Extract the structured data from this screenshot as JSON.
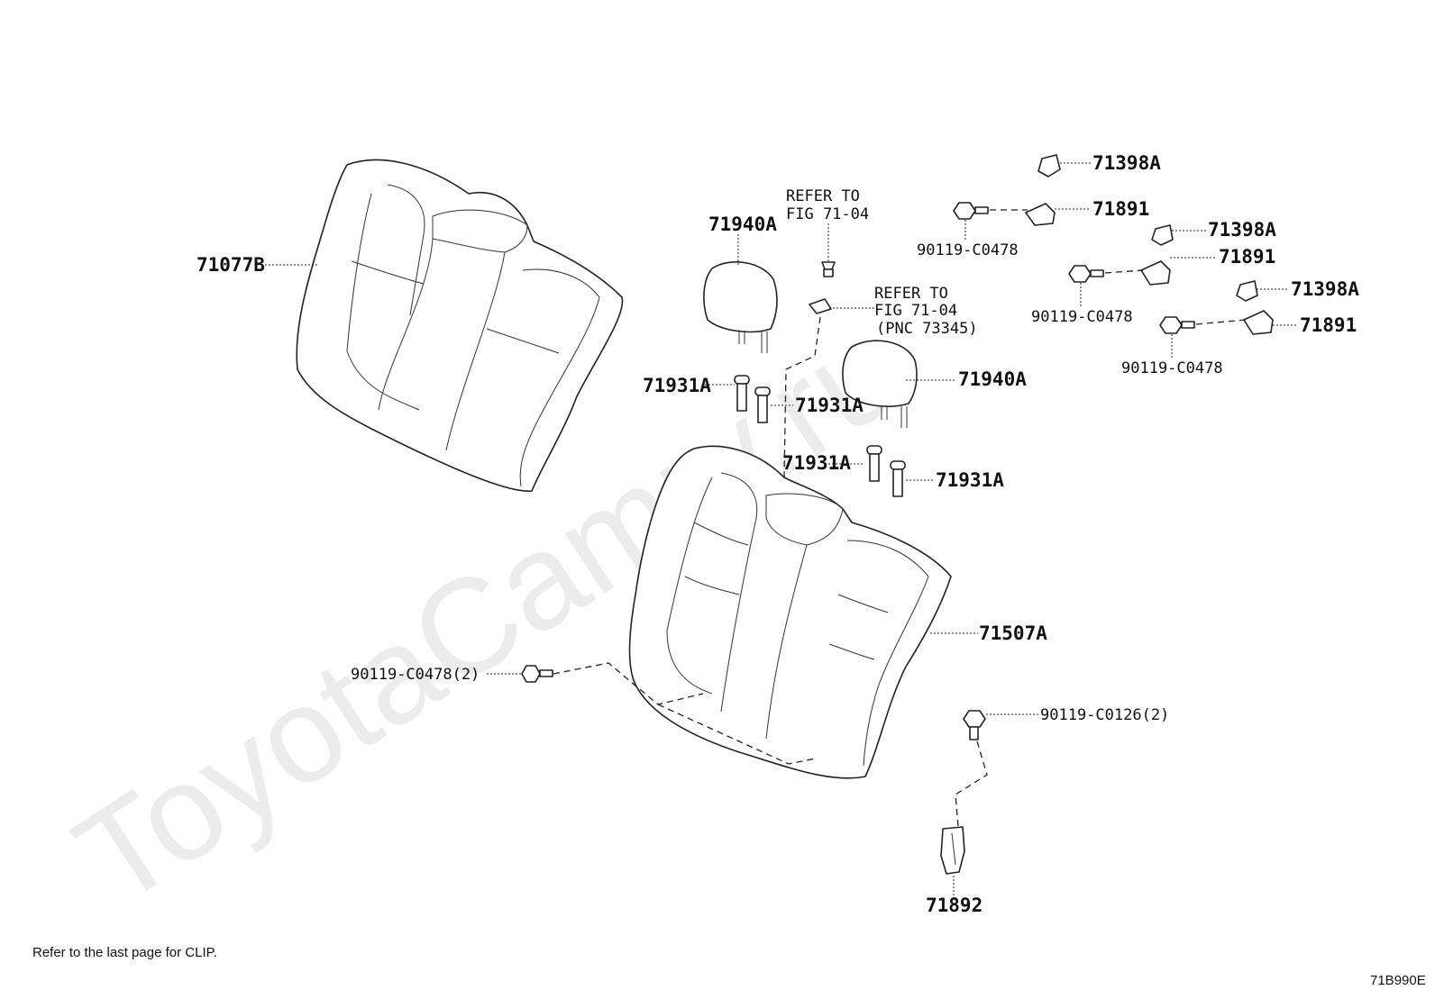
{
  "watermark": "ToyotaCamry.ru",
  "footer": {
    "note": "Refer to the last page for CLIP.",
    "code": "71B990E"
  },
  "labels": {
    "seatback_cover": "71077B",
    "headrest_left": "71940A",
    "headrest_right": "71940A",
    "guide_1": "71931A",
    "guide_2": "71931A",
    "guide_3": "71931A",
    "guide_4": "71931A",
    "pad": "71507A",
    "bolt_pad": "90119-C0478(2)",
    "bolt_lower": "90119-C0126(2)",
    "bracket_lower": "71892",
    "cover_1": "71398A",
    "hinge_1": "71891",
    "bolt_1": "90119-C0478",
    "cover_2": "71398A",
    "hinge_2": "71891",
    "bolt_2": "90119-C0478",
    "cover_3": "71398A",
    "hinge_3": "71891",
    "bolt_3": "90119-C0478"
  },
  "refer1": {
    "line1": "REFER TO",
    "line2": "FIG 71-04"
  },
  "refer2": {
    "line1": "REFER TO",
    "line2": "FIG 71-04",
    "line3": "(PNC 73345)"
  }
}
